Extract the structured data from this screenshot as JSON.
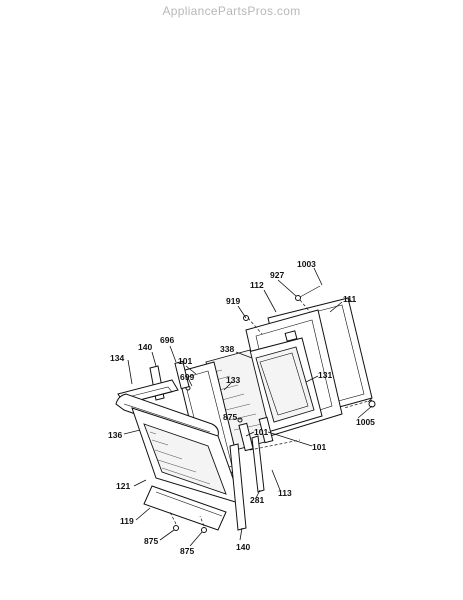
{
  "watermark": "AppliancePartsPros.com",
  "labels": {
    "l1003": "1003",
    "l927": "927",
    "l112": "112",
    "l111": "111",
    "l919": "919",
    "l338": "338",
    "l696": "696",
    "l140a": "140",
    "l101a": "101",
    "l134": "134",
    "l699": "699",
    "l133": "133",
    "l131": "131",
    "l875a": "875",
    "l1005": "1005",
    "l136": "136",
    "l101b": "101",
    "l101c": "101",
    "l121": "121",
    "l281": "281",
    "l113": "113",
    "l119": "119",
    "l875b": "875",
    "l875c": "875",
    "l140b": "140"
  }
}
